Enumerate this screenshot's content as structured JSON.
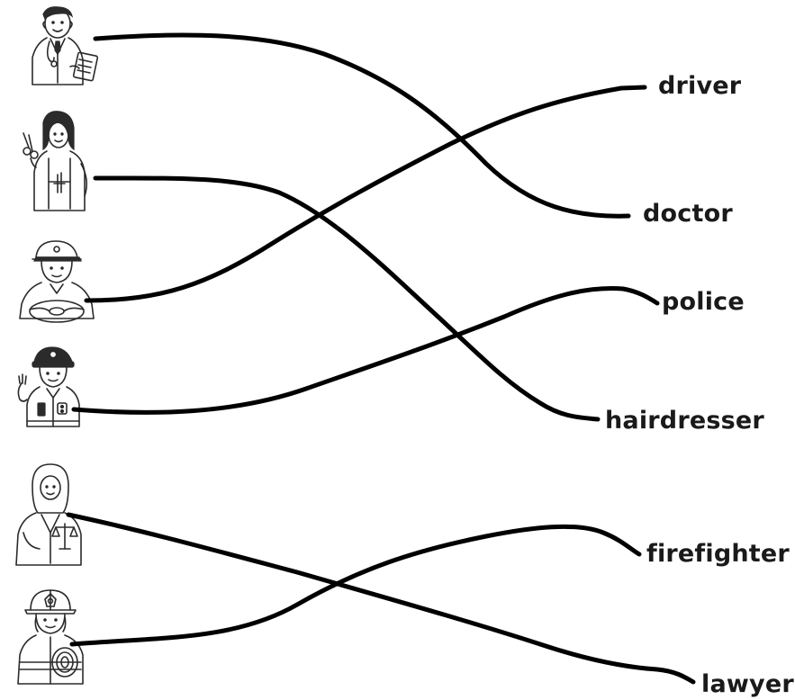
{
  "worksheet": {
    "words": [
      {
        "id": "driver",
        "text": "driver"
      },
      {
        "id": "doctor",
        "text": "doctor"
      },
      {
        "id": "police",
        "text": "police"
      },
      {
        "id": "hairdresser",
        "text": "hairdresser"
      },
      {
        "id": "firefighter",
        "text": "firefighter"
      },
      {
        "id": "lawyer",
        "text": "lawyer"
      }
    ],
    "pictures": [
      {
        "icon": "doctor-icon"
      },
      {
        "icon": "hairdresser-icon"
      },
      {
        "icon": "driver-icon"
      },
      {
        "icon": "police-officer-icon"
      },
      {
        "icon": "lawyer-icon"
      },
      {
        "icon": "firefighter-icon"
      }
    ],
    "connections": [
      {
        "picture": "doctor-icon",
        "word": "doctor"
      },
      {
        "picture": "hairdresser-icon",
        "word": "hairdresser"
      },
      {
        "picture": "driver-icon",
        "word": "driver"
      },
      {
        "picture": "police-officer-icon",
        "word": "police"
      },
      {
        "picture": "lawyer-icon",
        "word": "lawyer"
      },
      {
        "picture": "firefighter-icon",
        "word": "firefighter"
      }
    ],
    "colors": {
      "ink": "#000000",
      "text": "#1a1a1a",
      "background": "#ffffff"
    }
  }
}
